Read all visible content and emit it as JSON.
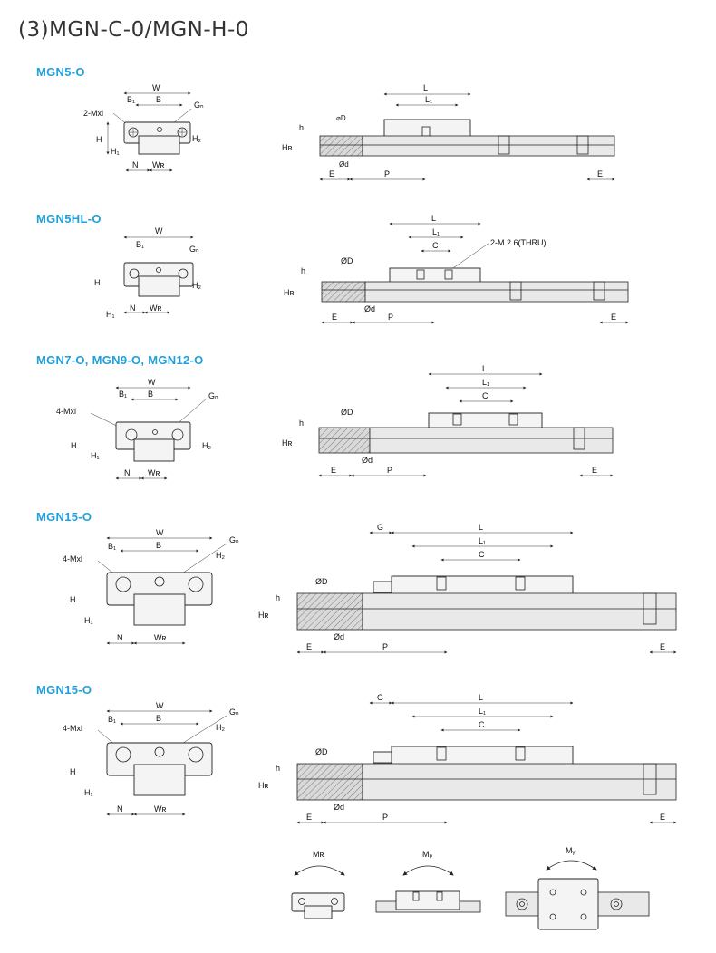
{
  "page": {
    "title": "(3)MGN-C-0/MGN-H-0"
  },
  "colors": {
    "accent": "#1fa0dc",
    "line": "#222222"
  },
  "sections": [
    {
      "title": "MGN5-O"
    },
    {
      "title": "MGN5HL-O"
    },
    {
      "title": "MGN7-O, MGN9-O, MGN12-O"
    },
    {
      "title": "MGN15-O"
    },
    {
      "title": "MGN15-O"
    }
  ],
  "labels": {
    "W": "W",
    "B": "B",
    "B1": "B₁",
    "Gn": "Gₙ",
    "H": "H",
    "H1": "H₁",
    "H2": "H₂",
    "N": "N",
    "WR": "Wʀ",
    "HR": "Hʀ",
    "h": "h",
    "L": "L",
    "L1": "L₁",
    "C": "C",
    "phiD": "ØD",
    "phiD_small": "⌀D",
    "phid": "Ød",
    "E": "E",
    "P": "P",
    "G": "G",
    "mx2": "2-Mxl",
    "mx4": "4-Mxl",
    "thru": "2-M 2.6(THRU)"
  },
  "moments": {
    "MR": "Mʀ",
    "MP": "Mₚ",
    "MY": "Mᵧ"
  }
}
